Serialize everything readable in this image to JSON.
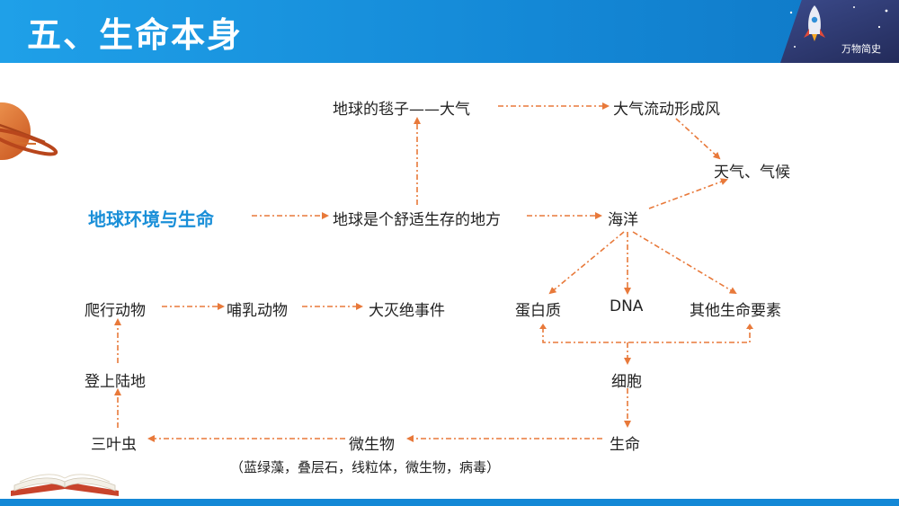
{
  "header": {
    "title": "五、生命本身",
    "brand": "万物简史"
  },
  "nodes": {
    "earth_env_life": "地球环境与生命",
    "comfortable_place": "地球是个舒适生存的地方",
    "atmosphere": "地球的毯子——大气",
    "wind": "大气流动形成风",
    "weather": "天气、气候",
    "ocean": "海洋",
    "protein": "蛋白质",
    "dna": "DNA",
    "other_elements": "其他生命要素",
    "cell": "细胞",
    "life": "生命",
    "microbe": "微生物",
    "trilobite": "三叶虫",
    "land": "登上陆地",
    "reptile": "爬行动物",
    "mammal": "哺乳动物",
    "extinction": "大灭绝事件"
  },
  "note": "（蓝绿藻，叠层石，线粒体，微生物，病毒）",
  "colors": {
    "header_blue": "#1488d6",
    "accent_blue": "#1a8fd8",
    "arrow_orange": "#e8793a"
  }
}
